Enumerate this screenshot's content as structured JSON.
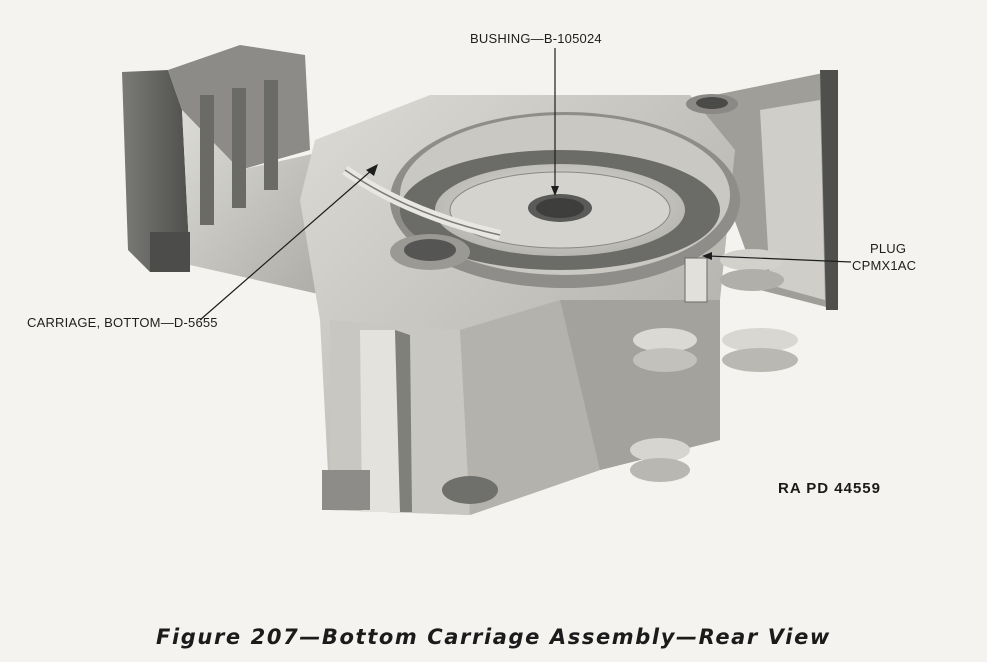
{
  "figure": {
    "callouts": {
      "bushing": "BUSHING—B-105024",
      "plug_line1": "PLUG",
      "plug_line2": "CPMX1AC",
      "carriage": "CARRIAGE, BOTTOM—D-5655"
    },
    "reference": "RA  PD  44559",
    "caption": "Figure 207—Bottom Carriage Assembly—Rear View"
  },
  "colors": {
    "paper": "#f4f3ef",
    "casting_light": "#d9d8d3",
    "casting_dark": "#5d5d5b",
    "ink": "#1b1b1b"
  }
}
